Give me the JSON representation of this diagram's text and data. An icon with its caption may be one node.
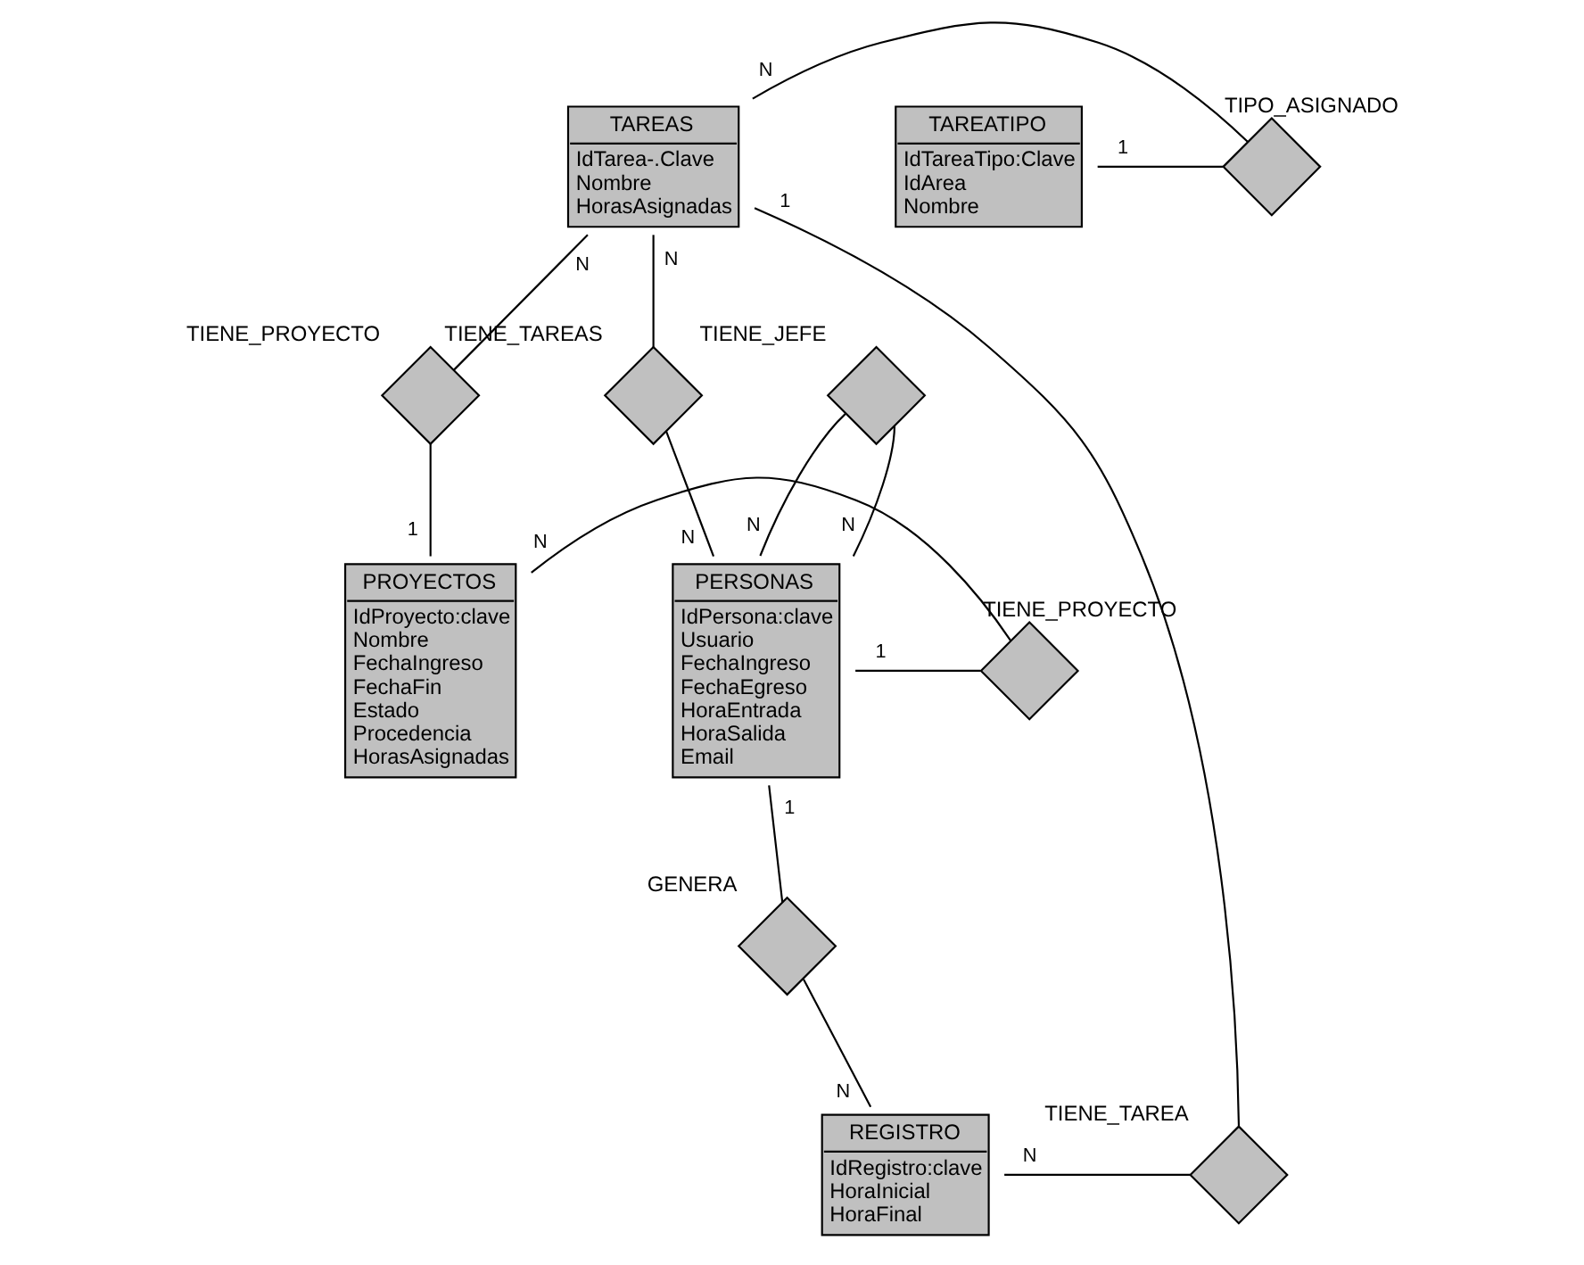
{
  "diagram": {
    "nodes": [
      {
        "text": [
          "TAREAS",
          "IdTarea-.Clave",
          "Nombre",
          "HorasAsignadas"
        ]
      },
      {
        "text": [],
        "shape": "diamond",
        "beside": [
          "TIPO_ASIGNADO"
        ]
      },
      {
        "text": [
          "TAREATIPO",
          "IdTareaTipo:Clave",
          "IdArea",
          "Nombre"
        ]
      },
      {
        "text": [],
        "shape": "diamond",
        "beside": [
          "TIENE_JEFE"
        ]
      },
      {
        "text": [
          "PERSONAS",
          "IdPersona:clave",
          "Usuario",
          "FechaIngreso",
          "FechaEgreso",
          "HoraEntrada",
          "HoraSalida",
          "Email"
        ]
      },
      {
        "text": [],
        "shape": "diamond",
        "beside": [
          "TIENE_TAREAS"
        ]
      },
      {
        "text": [],
        "shape": "diamond",
        "beside": [
          "TIENE_PROYECTO"
        ]
      },
      {
        "text": [
          "PROYECTOS",
          "IdProyecto:clave",
          "Nombre",
          "FechaIngreso",
          "FechaFin",
          "Estado",
          "Procedencia",
          "HorasAsignadas"
        ]
      },
      {
        "text": [],
        "shape": "diamond",
        "beside": [
          "TIENE_PROYECTO"
        ]
      },
      {
        "text": [],
        "shape": "diamond",
        "beside": [
          "GENERA"
        ]
      },
      {
        "text": [
          "REGISTRO",
          "IdRegistro:clave",
          "HoraInicial",
          "HoraFinal"
        ]
      },
      {
        "text": [],
        "shape": "diamond",
        "beside": [
          "TIENE_TAREA"
        ]
      }
    ],
    "edges": [
      {
        "from": 0,
        "to": 1,
        "arrow": "none",
        "label": "N"
      },
      {
        "from": 2,
        "to": 1,
        "arrow": "none",
        "label": "1"
      },
      {
        "from": 4,
        "to": 3,
        "arrow": "none",
        "label": "N"
      },
      {
        "from": 4,
        "to": 3,
        "arrow": "none",
        "label": "N"
      },
      {
        "from": 0,
        "to": 5,
        "arrow": "none",
        "label": "N"
      },
      {
        "from": 4,
        "to": 5,
        "arrow": "none",
        "label": "N"
      },
      {
        "from": 0,
        "to": 6,
        "arrow": "none",
        "label": "N"
      },
      {
        "from": 7,
        "to": 6,
        "arrow": "none",
        "label": "1"
      },
      {
        "from": 4,
        "to": 8,
        "arrow": "none",
        "label": "1"
      },
      {
        "from": 7,
        "to": 8,
        "arrow": "none",
        "label": "N"
      },
      {
        "from": 4,
        "to": 9,
        "arrow": "none",
        "label": "1"
      },
      {
        "from": 10,
        "to": 9,
        "arrow": "none",
        "label": "N"
      },
      {
        "from": 0,
        "to": 11,
        "arrow": "none",
        "label": "1"
      },
      {
        "from": 10,
        "to": 11,
        "arrow": "none",
        "label": "N"
      }
    ]
  }
}
